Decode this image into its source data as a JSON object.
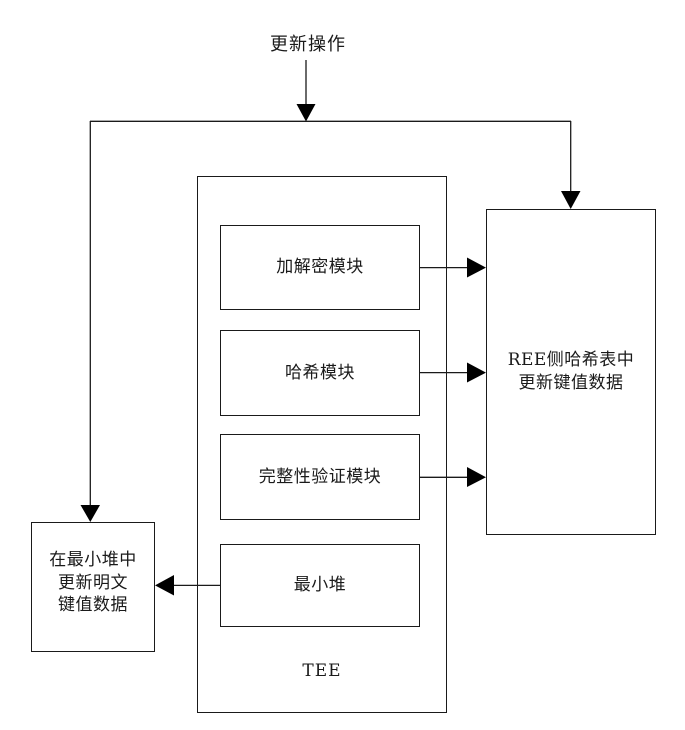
{
  "diagram": {
    "title": "更新操作",
    "type": "flowchart",
    "colors": {
      "line": "#1a1a1a",
      "text": "#1a1a1a",
      "background": "#ffffff",
      "arrowhead": "#000000"
    },
    "container": {
      "label": "TEE",
      "modules": [
        {
          "label": "加解密模块"
        },
        {
          "label": "哈希模块"
        },
        {
          "label": "完整性验证模块"
        },
        {
          "label": "最小堆"
        }
      ]
    },
    "nodes": {
      "left_box": {
        "label": "在最小堆中\n更新明文\n键值数据"
      },
      "right_box": {
        "label": "REE侧哈希表中\n更新键值数据"
      }
    },
    "edges": [
      {
        "from": "更新操作",
        "to": "bus",
        "direction": "down"
      },
      {
        "from": "bus",
        "to": "在最小堆中更新明文键值数据",
        "direction": "down"
      },
      {
        "from": "bus",
        "to": "REE侧哈希表中更新键值数据",
        "direction": "down"
      },
      {
        "from": "加解密模块",
        "to": "REE侧哈希表中更新键值数据",
        "direction": "right"
      },
      {
        "from": "哈希模块",
        "to": "REE侧哈希表中更新键值数据",
        "direction": "right"
      },
      {
        "from": "完整性验证模块",
        "to": "REE侧哈希表中更新键值数据",
        "direction": "right"
      },
      {
        "from": "最小堆",
        "to": "在最小堆中更新明文键值数据",
        "direction": "left"
      }
    ]
  }
}
